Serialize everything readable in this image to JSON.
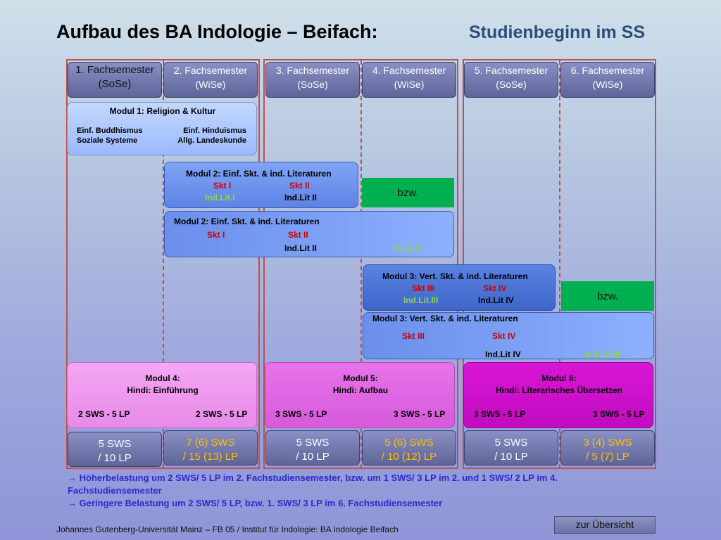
{
  "title": "Aufbau des BA Indologie – Beifach:",
  "subtitle": "Studienbeginn im SS",
  "semesters": [
    {
      "l1": "1. Fachsemester",
      "l2": "(SoSe)"
    },
    {
      "l1": "2. Fachsemester",
      "l2": "(WiSe)"
    },
    {
      "l1": "3. Fachsemester",
      "l2": "(SoSe)"
    },
    {
      "l1": "4. Fachsemester",
      "l2": "(WiSe)"
    },
    {
      "l1": "5. Fachsemester",
      "l2": "(SoSe)"
    },
    {
      "l1": "6. Fachsemester",
      "l2": "(WiSe)"
    }
  ],
  "modul1": {
    "title": "Modul 1: Religion & Kultur",
    "a": "Einf. Buddhismus",
    "b": "Einf. Hinduismus",
    "c": "Soziale Systeme",
    "d": "Allg. Landeskunde"
  },
  "modul2a": {
    "title": "Modul 2: Einf. Skt. & ind. Literaturen",
    "skt1": "Skt I",
    "skt2": "Skt II",
    "lit1": "Ind.Lit.I",
    "lit2": "Ind.Lit II"
  },
  "modul2b": {
    "title": "Modul 2: Einf. Skt. & ind. Literaturen",
    "skt1": "Skt I",
    "skt2": "Skt II",
    "lit2": "Ind.Lit II",
    "lit1": "Ind.Lit.I"
  },
  "modul3a": {
    "title": "Modul 3: Vert. Skt. & ind. Literaturen",
    "skt3": "Skt III",
    "skt4": "Skt IV",
    "lit3": "Ind.Lit.III",
    "lit4": "Ind.Lit IV"
  },
  "modul3b": {
    "title": "Modul 3: Vert. Skt. & ind. Literaturen",
    "skt3": "Skt III",
    "skt4": "Skt IV",
    "lit4": "Ind.Lit IV",
    "lit3": "Ind.Lit.III"
  },
  "bzw": "bzw.",
  "modul4": {
    "l1": "Modul 4:",
    "l2": "Hindi: Einführung",
    "a": "2 SWS  - 5 LP",
    "b": "2 SWS - 5 LP"
  },
  "modul5": {
    "l1": "Modul 5:",
    "l2": "Hindi: Aufbau",
    "a": "3 SWS - 5 LP",
    "b": "3 SWS - 5 LP"
  },
  "modul6": {
    "l1": "Modul 6:",
    "l2": "Hindi: Literarisches Übersetzen",
    "a": "3 SWS - 5 LP",
    "b": "3 SWS - 5 LP"
  },
  "totals": [
    {
      "l1": "5  SWS",
      "l2": "/ 10 LP"
    },
    {
      "l1": "7 (6)  SWS",
      "l2": "/ 15 (13) LP"
    },
    {
      "l1": "5  SWS",
      "l2": "/ 10 LP"
    },
    {
      "l1": "5 (6)  SWS",
      "l2": "/ 10  (12) LP"
    },
    {
      "l1": "5  SWS",
      "l2": "/ 10 LP"
    },
    {
      "l1": "3 (4) SWS",
      "l2": "/ 5 (7) LP"
    }
  ],
  "notes": {
    "line1": "→ Höherbelastung um 2 SWS/ 5 LP im 2. Fachstudiensemester, bzw. um 1 SWS/ 3 LP im 2. und 1 SWS/ 2 LP im 4.",
    "line2": "Fachstudiensemester",
    "line3": "→ Geringere Belastung um 2 SWS/ 5 LP, bzw. 1. SWS/ 3 LP im 6. Fachstudiensemester"
  },
  "footer": "Johannes Gutenberg-Universität Mainz  – FB 05 / Institut für Indologie: BA Indologie Beifach",
  "overview_button": "zur Übersicht",
  "colors": {
    "accent_title": "#2e4b7a",
    "frame": "#c0504d",
    "green": "#00b050",
    "orange": "#ffc000",
    "note_blue": "#2a2ad0"
  }
}
